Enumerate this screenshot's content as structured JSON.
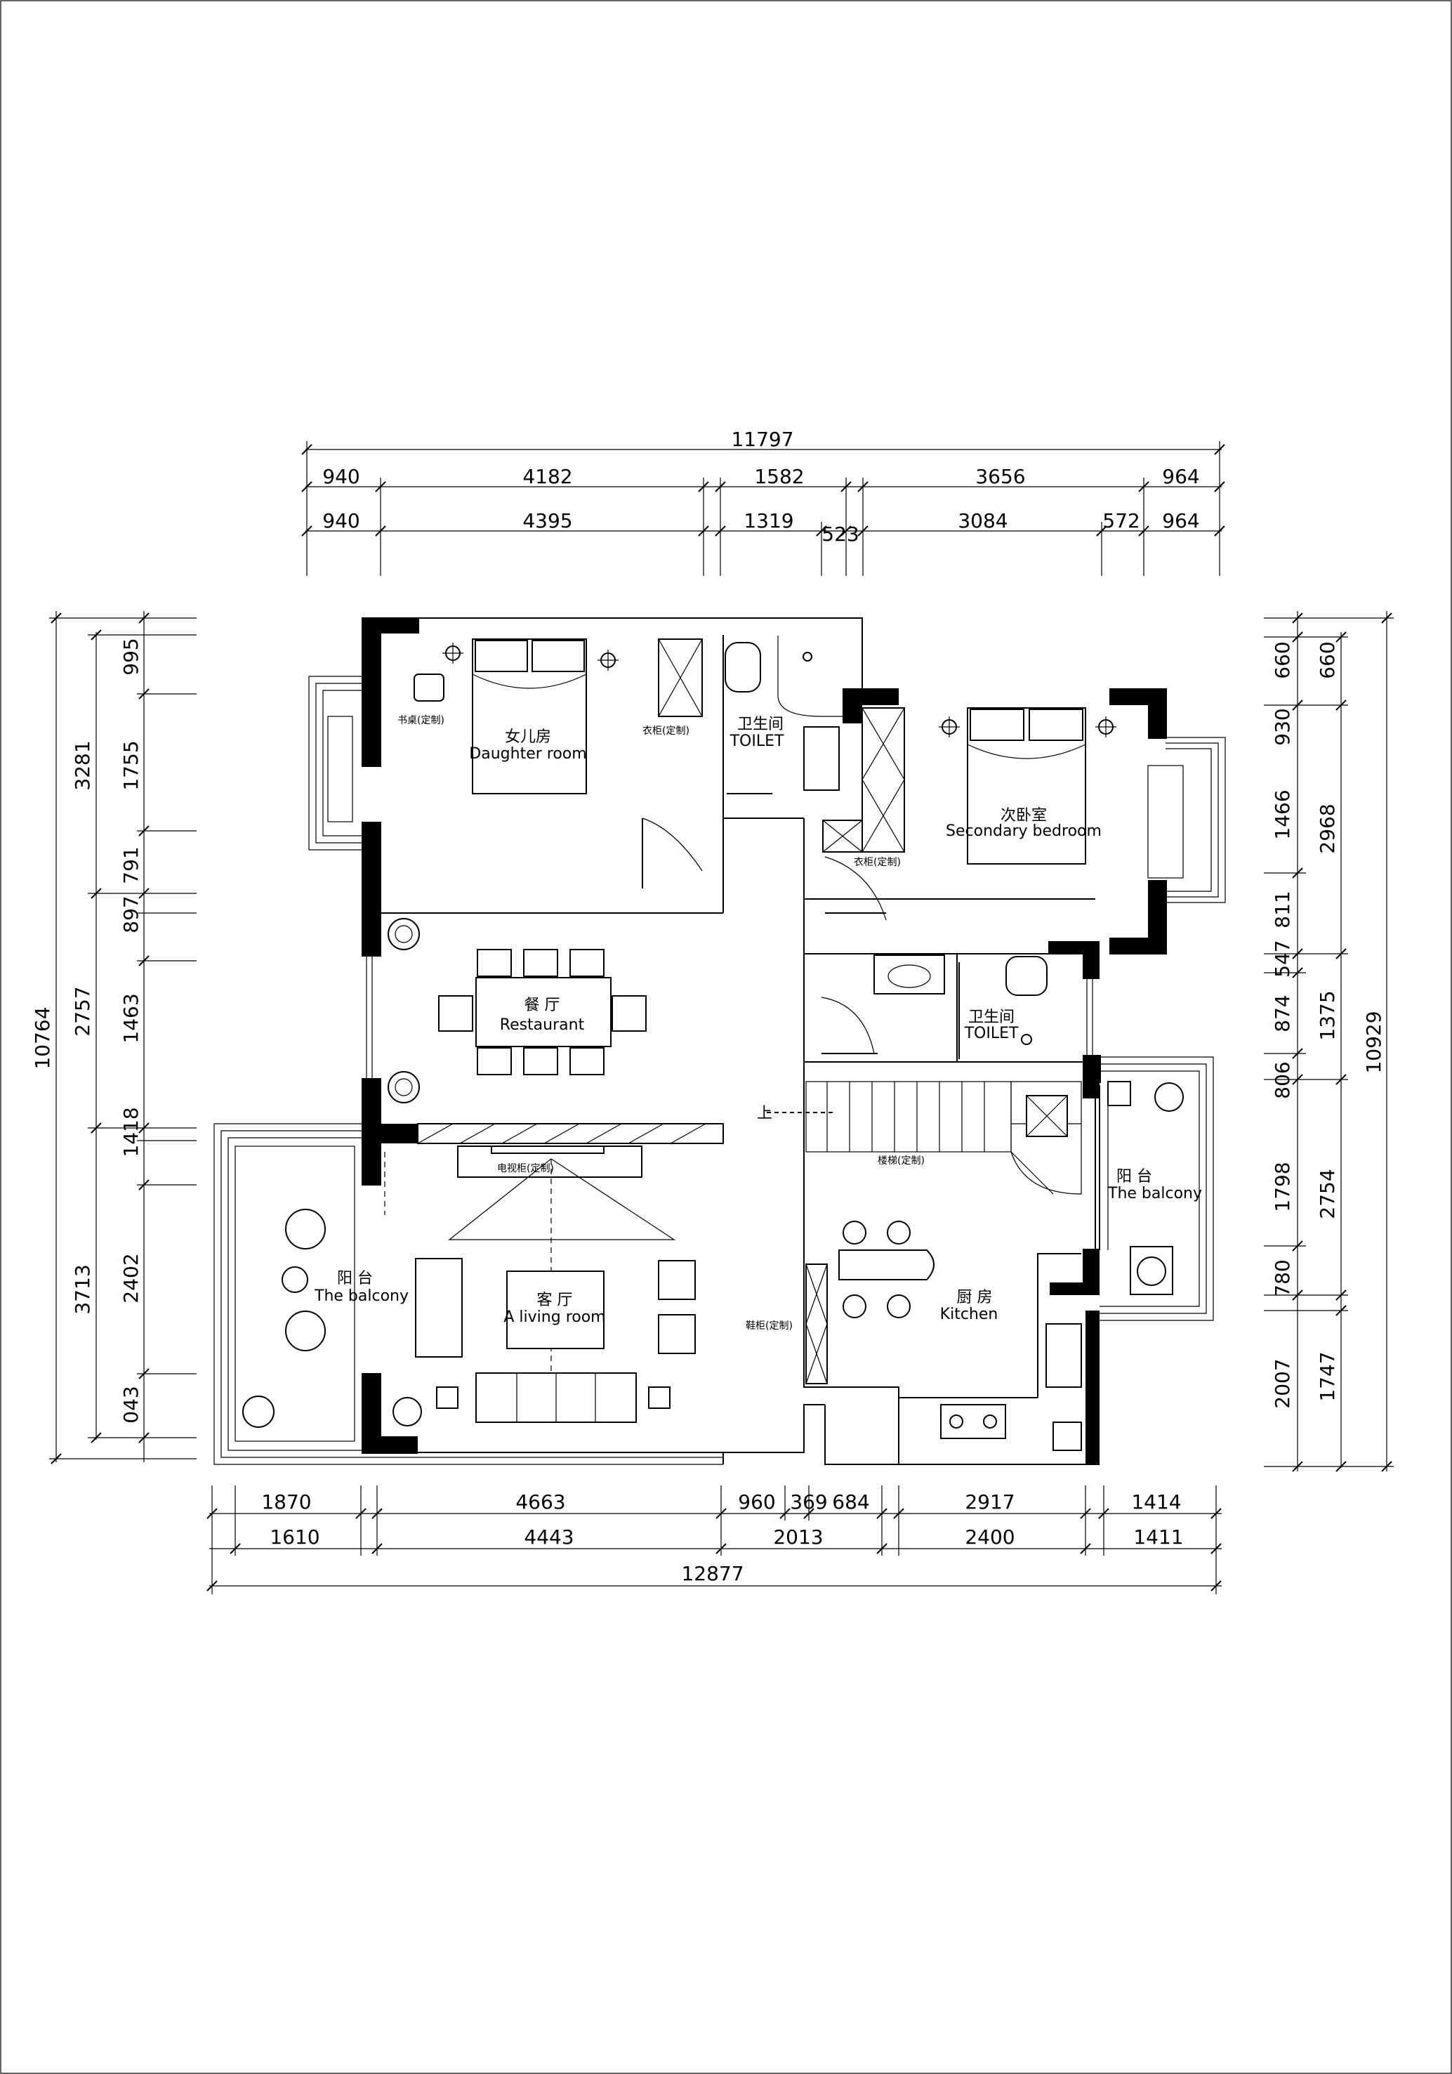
{
  "dimensions": {
    "top": {
      "overall": "11797",
      "row1": [
        "940",
        "4182",
        "1582",
        "3656",
        "964"
      ],
      "row2": [
        "940",
        "4395",
        "1319",
        "523",
        "3084",
        "572",
        "964"
      ]
    },
    "bottom": {
      "overall": "12877",
      "row1": [
        "1870",
        "4663",
        "960",
        "369",
        "684",
        "2917",
        "1414"
      ],
      "row2": [
        "1610",
        "4443",
        "2013",
        "2400",
        "1411"
      ]
    },
    "left": {
      "overall": "10764",
      "mid": [
        "3281",
        "2757",
        "3713"
      ],
      "inner": [
        "995",
        "1755",
        "791",
        "897",
        "1463",
        "1418",
        "2402",
        "043"
      ]
    },
    "right": {
      "overall": "10929",
      "mid": [
        "660",
        "2968",
        "1375",
        "2754",
        "1747"
      ],
      "inner": [
        "660",
        "930",
        "1466",
        "811",
        "547",
        "874",
        "806",
        "1798",
        "780",
        "2007"
      ]
    }
  },
  "rooms": {
    "daughter_room": {
      "zh": "女儿房",
      "en": "Daughter room"
    },
    "secondary_bedroom": {
      "zh": "次卧室",
      "en": "Secondary bedroom"
    },
    "toilet_upper": {
      "zh": "卫生间",
      "en": "TOILET"
    },
    "toilet_lower": {
      "zh": "卫生间",
      "en": "TOILET"
    },
    "restaurant": {
      "zh": "餐 厅",
      "en": "Restaurant"
    },
    "living_room": {
      "zh": "客 厅",
      "en": "A living room"
    },
    "kitchen": {
      "zh": "厨 房",
      "en": "Kitchen"
    },
    "balcony_left": {
      "zh": "阳 台",
      "en": "The balcony"
    },
    "balcony_right": {
      "zh": "阳 台",
      "en": "The balcony"
    }
  },
  "annotations": {
    "desk": "书桌(定制)",
    "wardrobe_daughter": "衣柜(定制)",
    "wardrobe_secondary": "衣柜(定制)",
    "tv_cabinet": "电视柜(定制)",
    "stair_cabinet": "楼梯(定制)",
    "shoe_cabinet": "鞋柜(定制)",
    "stair_up": "上"
  }
}
